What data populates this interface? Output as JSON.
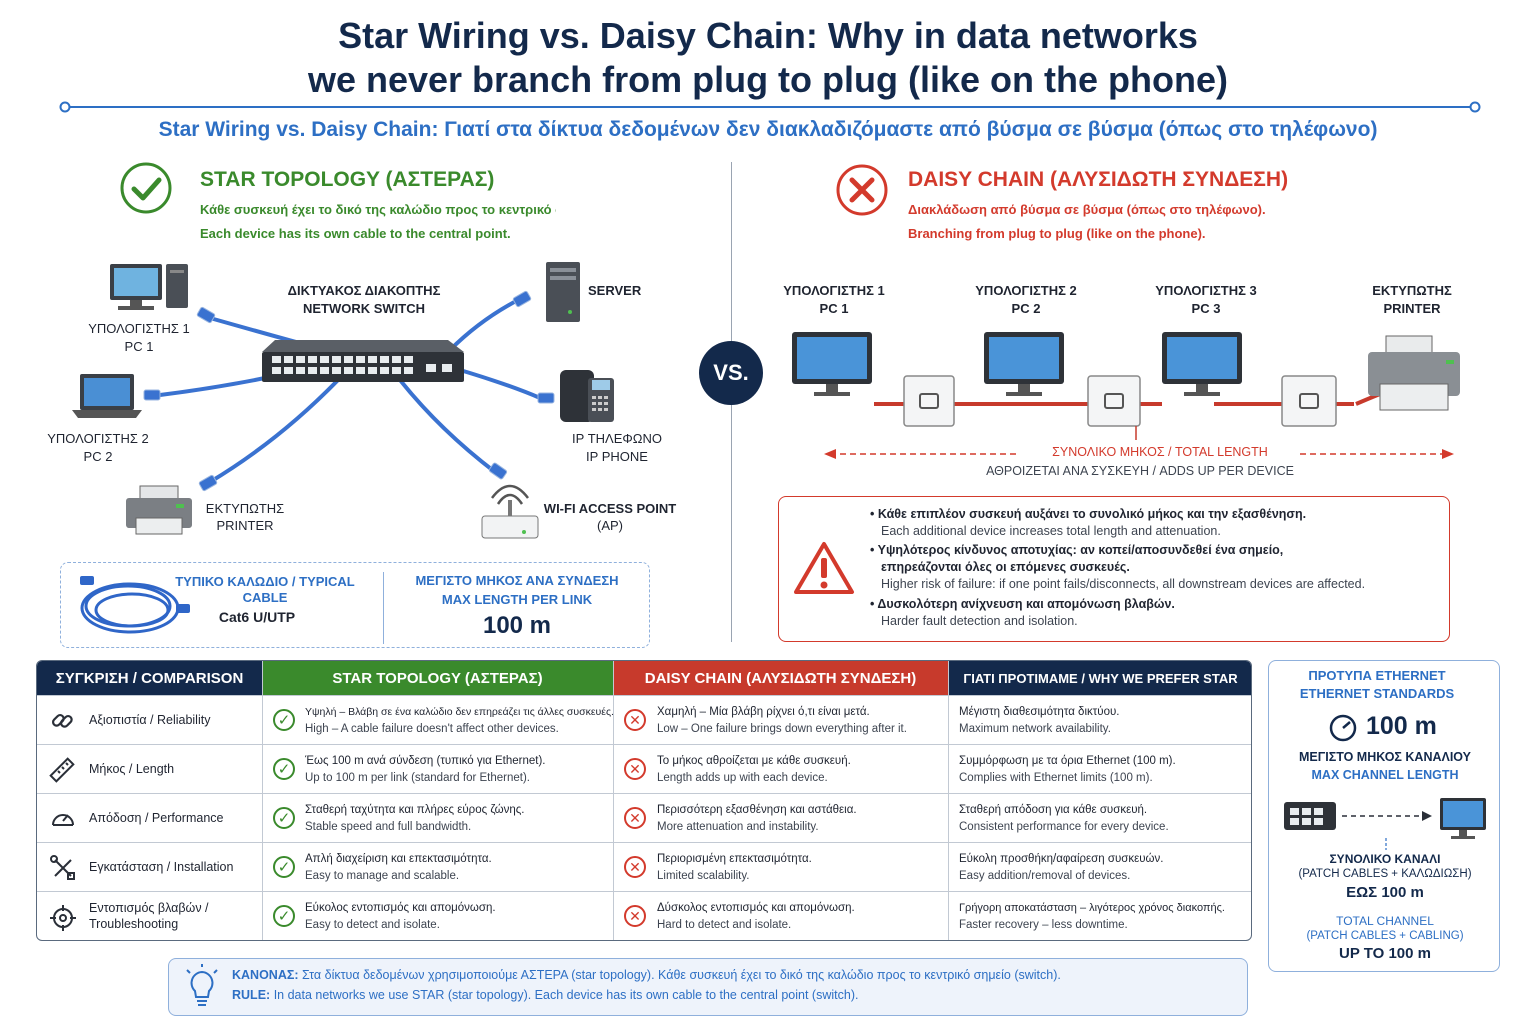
{
  "header": {
    "title_line1": "Star Wiring vs. Daisy Chain: Why in data networks",
    "title_line2": "we never branch from plug to plug (like on the phone)",
    "subtitle": "Star Wiring vs. Daisy Chain: Γιατί στα δίκτυα δεδομένων δεν διακλαδιζόμαστε από βύσμα σε βύσμα (όπως στο τηλέφωνο)"
  },
  "star": {
    "title": "STAR TOPOLOGY (ΑΣΤΕΡΑΣ)",
    "desc_gr": "Κάθε συσκευή έχει το δικό της καλώδιο προς το κεντρικό σημείο.",
    "desc_en": "Each device has its own cable to the central point.",
    "switch_gr": "ΔΙΚΤΥΑΚΟΣ ΔΙΑΚΟΠΤΗΣ",
    "switch_en": "NETWORK SWITCH",
    "pc1_gr": "ΥΠΟΛΟΓΙΣΤΗΣ 1",
    "pc1_en": "PC 1",
    "pc2_gr": "ΥΠΟΛΟΓΙΣΤΗΣ 2",
    "pc2_en": "PC 2",
    "printer_gr": "ΕΚΤΥΠΩΤΗΣ",
    "printer_en": "PRINTER",
    "server": "SERVER",
    "phone_gr": "IP ΤΗΛΕΦΩΝΟ",
    "phone_en": "IP PHONE",
    "ap_line1": "WI-FI ACCESS POINT",
    "ap_line2": "(AP)"
  },
  "cable_box": {
    "typical_label": "ΤΥΠΙΚΟ ΚΑΛΩΔΙΟ / TYPICAL CABLE",
    "cable_type": "Cat6 U/UTP",
    "max_gr": "ΜΕΓΙΣΤΟ ΜΗΚΟΣ ΑΝΑ ΣΥΝΔΕΣΗ",
    "max_en": "MAX LENGTH PER LINK",
    "max_value": "100 m"
  },
  "vs_label": "VS.",
  "daisy": {
    "title": "DAISY CHAIN (ΑΛΥΣΙΔΩΤΗ ΣΥΝΔΕΣΗ)",
    "desc_gr": "Διακλάδωση από βύσμα σε βύσμα (όπως στο τηλέφωνο).",
    "desc_en": "Branching from plug to plug (like on the phone).",
    "devices": [
      {
        "gr": "ΥΠΟΛΟΓΙΣΤΗΣ 1",
        "en": "PC 1"
      },
      {
        "gr": "ΥΠΟΛΟΓΙΣΤΗΣ 2",
        "en": "PC 2"
      },
      {
        "gr": "ΥΠΟΛΟΓΙΣΤΗΣ 3",
        "en": "PC 3"
      },
      {
        "gr": "ΕΚΤΥΠΩΤΗΣ",
        "en": "PRINTER"
      }
    ],
    "total_length": "ΣΥΝΟΛΙΚΟ ΜΗΚΟΣ / TOTAL LENGTH",
    "adds_up": "ΑΘΡΟΙΖΕΤΑΙ ΑΝΑ ΣΥΣΚΕΥΗ / ADDS UP PER DEVICE",
    "warnings": [
      {
        "gr": "Κάθε επιπλέον συσκευή αυξάνει το συνολικό μήκος και την εξασθένηση.",
        "gr2": "",
        "en": "Each additional device increases total length and attenuation."
      },
      {
        "gr": "Υψηλότερος κίνδυνος αποτυχίας: αν κοπεί/αποσυνδεθεί ένα σημείο,",
        "gr2": "επηρεάζονται όλες οι επόμενες συσκευές.",
        "en": "Higher risk of failure: if one point fails/disconnects, all downstream devices are affected."
      },
      {
        "gr": "Δυσκολότερη ανίχνευση και απομόνωση βλαβών.",
        "gr2": "",
        "en": "Harder fault detection and isolation."
      }
    ]
  },
  "comparison": {
    "headers": [
      "ΣΥΓΚΡΙΣΗ / COMPARISON",
      "STAR TOPOLOGY (ΑΣΤΕΡΑΣ)",
      "DAISY CHAIN (ΑΛΥΣΙΔΩΤΗ ΣΥΝΔΕΣΗ)",
      "ΓΙΑΤΙ ΠΡΟΤΙΜΑΜΕ / WHY WE PREFER STAR"
    ],
    "rows": [
      {
        "icon": "link-icon",
        "label": "Αξιοπιστία / Reliability",
        "star_gr": "Υψηλή – Βλάβη σε ένα καλώδιο δεν επηρεάζει τις άλλες συσκευές.",
        "star_en": "High – A cable failure doesn't affect other devices.",
        "daisy_gr": "Χαμηλή – Μία βλάβη ρίχνει ό,τι είναι μετά.",
        "daisy_en": "Low – One failure brings down everything after it.",
        "why_gr": "Μέγιστη διαθεσιμότητα δικτύου.",
        "why_en": "Maximum network availability."
      },
      {
        "icon": "ruler-icon",
        "label": "Μήκος / Length",
        "star_gr": "Έως 100 m ανά σύνδεση (τυπικό για Ethernet).",
        "star_en": "Up to 100 m per link (standard for Ethernet).",
        "daisy_gr": "Το μήκος αθροίζεται με κάθε συσκευή.",
        "daisy_en": "Length adds up with each device.",
        "why_gr": "Συμμόρφωση με τα όρια Ethernet (100 m).",
        "why_en": "Complies with Ethernet limits (100 m)."
      },
      {
        "icon": "gauge-icon",
        "label": "Απόδοση / Performance",
        "star_gr": "Σταθερή ταχύτητα και πλήρες εύρος ζώνης.",
        "star_en": "Stable speed and full bandwidth.",
        "daisy_gr": "Περισσότερη εξασθένηση και αστάθεια.",
        "daisy_en": "More attenuation and instability.",
        "why_gr": "Σταθερή απόδοση για κάθε συσκευή.",
        "why_en": "Consistent performance for every device."
      },
      {
        "icon": "tools-icon",
        "label": "Εγκατάσταση / Installation",
        "star_gr": "Απλή διαχείριση και επεκτασιμότητα.",
        "star_en": "Easy to manage and scalable.",
        "daisy_gr": "Περιορισμένη επεκτασιμότητα.",
        "daisy_en": "Limited scalability.",
        "why_gr": "Εύκολη προσθήκη/αφαίρεση συσκευών.",
        "why_en": "Easy addition/removal of devices."
      },
      {
        "icon": "target-icon",
        "label": "Εντοπισμός βλαβών / Troubleshooting",
        "star_gr": "Εύκολος εντοπισμός και απομόνωση.",
        "star_en": "Easy to detect and isolate.",
        "daisy_gr": "Δύσκολος εντοπισμός και απομόνωση.",
        "daisy_en": "Hard to detect and isolate.",
        "why_gr": "Γρήγορη αποκατάσταση – λιγότερος χρόνος διακοπής.",
        "why_en": "Faster recovery – less downtime."
      }
    ]
  },
  "standards": {
    "title_gr": "ΠΡΟΤΥΠΑ ETHERNET",
    "title_en": "ETHERNET STANDARDS",
    "value": "100 m",
    "max_gr": "ΜΕΓΙΣΤΟ ΜΗΚΟΣ ΚΑΝΑΛΙΟΥ",
    "max_en": "MAX CHANNEL LENGTH",
    "total_gr": "ΣΥΝΟΛΙΚΟ ΚΑΝΑΛΙ",
    "total_gr2": "(PATCH CABLES + ΚΑΛΩΔΙΩΣΗ)",
    "total_gr3": "ΕΩΣ 100 m",
    "total_en": "TOTAL CHANNEL",
    "total_en2": "(PATCH CABLES + CABLING)",
    "total_en3": "UP TO 100 m"
  },
  "rule": {
    "gr_prefix": "ΚΑΝΟΝΑΣ:",
    "gr": "Στα δίκτυα δεδομένων χρησιμοποιούμε ΑΣΤΕΡΑ (star topology). Κάθε συσκευή έχει το δικό της καλώδιο προς το κεντρικό σημείο (switch).",
    "en_prefix": "RULE:",
    "en": "In data networks we use STAR (star topology). Each device has its own cable to the central point (switch)."
  },
  "colors": {
    "navy": "#13294b",
    "blue": "#2d6fc4",
    "green": "#3a8a2c",
    "red": "#d33a2c",
    "cable_blue": "#3a72d0"
  }
}
